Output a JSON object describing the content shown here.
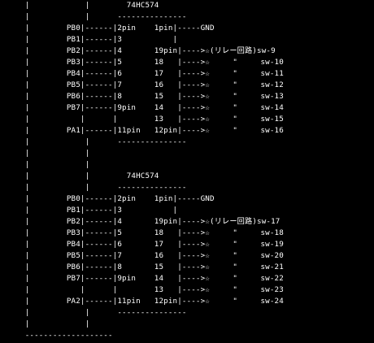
{
  "colors": {
    "background": "#000000",
    "text": "#ffffff"
  },
  "lines": [
    "    |            |        74HC574",
    "    |            |      ---------------",
    "    |        PB0|------|2pin    1pin|-----GND",
    "    |        PB1|------|3           |",
    "    |        PB2|------|4       19pin|---->☆(リレー回路)sw-9",
    "    |        PB3|------|5       18   |---->☆     \"     sw-10",
    "    |        PB4|------|6       17   |---->☆     \"     sw-11",
    "    |        PB5|------|7       16   |---->☆     \"     sw-12",
    "    |        PB6|------|8       15   |---->☆     \"     sw-13",
    "    |        PB7|------|9pin    14   |---->☆     \"     sw-14",
    "    |           |      |        13   |---->☆     \"     sw-15",
    "    |        PA1|------|11pin   12pin|---->☆     \"     sw-16",
    "    |            |      ---------------",
    "    |            |",
    "    |            |",
    "    |            |        74HC574",
    "    |            |      ---------------",
    "    |        PB0|------|2pin    1pin|-----GND",
    "    |        PB1|------|3           |",
    "    |        PB2|------|4       19pin|---->☆(リレー回路)sw-17",
    "    |        PB3|------|5       18   |---->☆     \"     sw-18",
    "    |        PB4|------|6       17   |---->☆     \"     sw-19",
    "    |        PB5|------|7       16   |---->☆     \"     sw-20",
    "    |        PB6|------|8       15   |---->☆     \"     sw-21",
    "    |        PB7|------|9pin    14   |---->☆     \"     sw-22",
    "    |           |      |        13   |---->☆     \"     sw-23",
    "    |        PA2|------|11pin   12pin|---->☆     \"     sw-24",
    "    |            |      ---------------",
    "    |            |",
    "    -------------------"
  ]
}
